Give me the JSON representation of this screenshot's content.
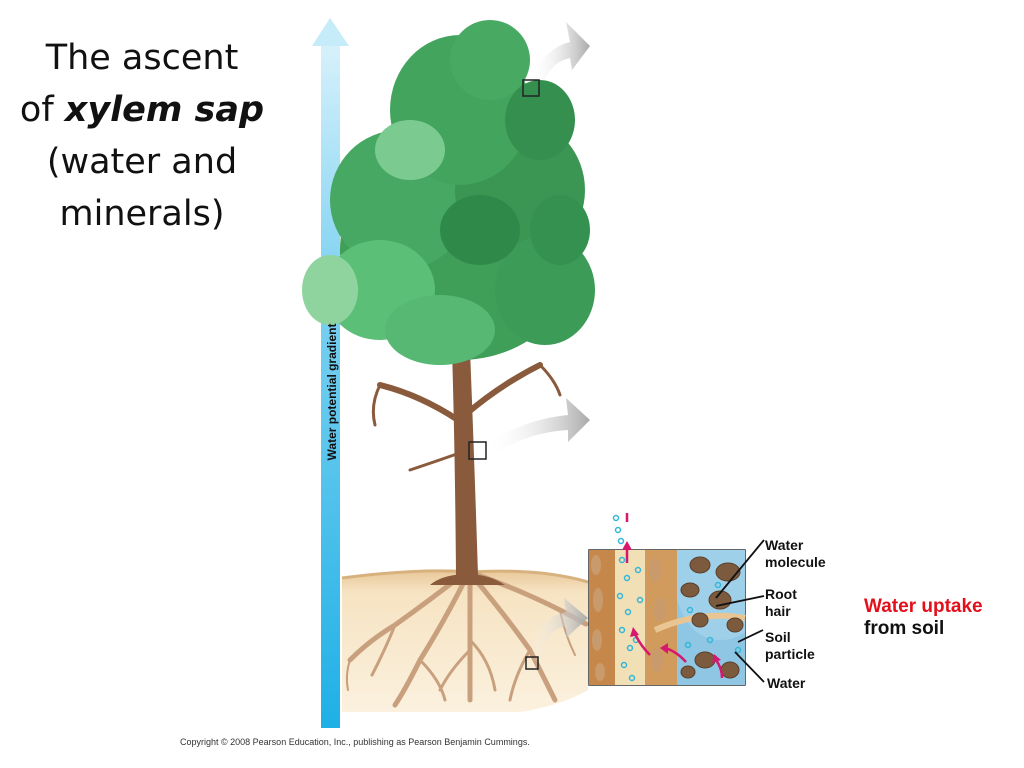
{
  "title": {
    "line1": "The ascent",
    "line2_prefix": "of ",
    "line2_emphasis": "xylem sap",
    "line3": "(water and",
    "line4": "minerals)"
  },
  "gradient_arrow_label": "Water potential gradient",
  "callouts": {
    "water_molecule": [
      "Water",
      "molecule"
    ],
    "root_hair": [
      "Root",
      "hair"
    ],
    "soil_particle": [
      "Soil",
      "particle"
    ],
    "water": "Water"
  },
  "uptake_caption": {
    "line1": "Water uptake",
    "line2": "from soil"
  },
  "copyright": "Copyright © 2008 Pearson Education, Inc., publishing as Pearson Benjamin Cummings.",
  "colors": {
    "arrow_blue": "#2bb5e8",
    "uptake_red": "#e3101b",
    "foliage": "#3aa05a",
    "trunk": "#8a5a3c",
    "soil": "#f3dcb6",
    "magenta_arrow": "#d6186e"
  }
}
